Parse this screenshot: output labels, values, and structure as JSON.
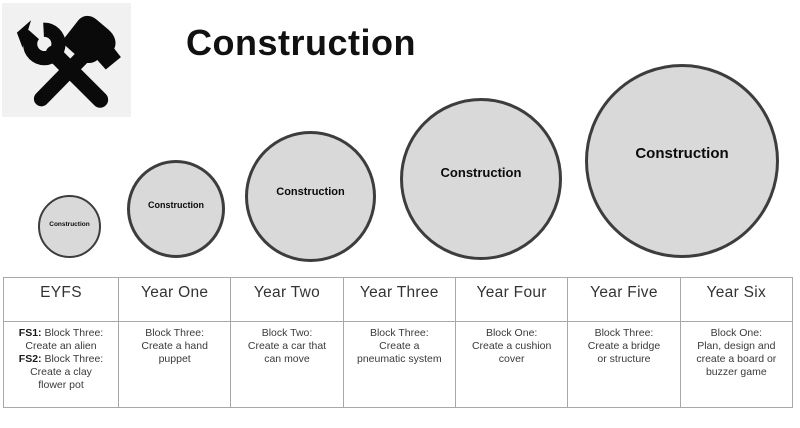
{
  "page_title": "Construction",
  "icon": "hammer-wrench-icon",
  "colors": {
    "circle_fill": "#d9d9d9",
    "circle_border": "#3d3d3d",
    "table_border": "#a8a8a8",
    "icon_background": "#f1f1f1"
  },
  "circles": [
    {
      "label": "Construction"
    },
    {
      "label": "Construction"
    },
    {
      "label": "Construction"
    },
    {
      "label": "Construction"
    },
    {
      "label": "Construction"
    }
  ],
  "table": {
    "headers": [
      "EYFS",
      "Year One",
      "Year Two",
      "Year Three",
      "Year Four",
      "Year Five",
      "Year Six"
    ],
    "eyfs_cell": {
      "fs1_label": "FS1:",
      "fs1_text": " Block Three:\nCreate an alien\n",
      "fs2_label": "FS2:",
      "fs2_text": " Block Three:\nCreate a clay\nflower pot"
    },
    "cells": [
      "Block Three:\nCreate a hand\npuppet",
      "Block Two:\nCreate a car that\ncan move",
      "Block Three:\nCreate a\npneumatic system",
      "Block One:\nCreate a cushion\ncover",
      "Block Three:\nCreate a bridge\nor structure",
      "Block One:\nPlan, design and\ncreate a board or\nbuzzer game"
    ]
  }
}
